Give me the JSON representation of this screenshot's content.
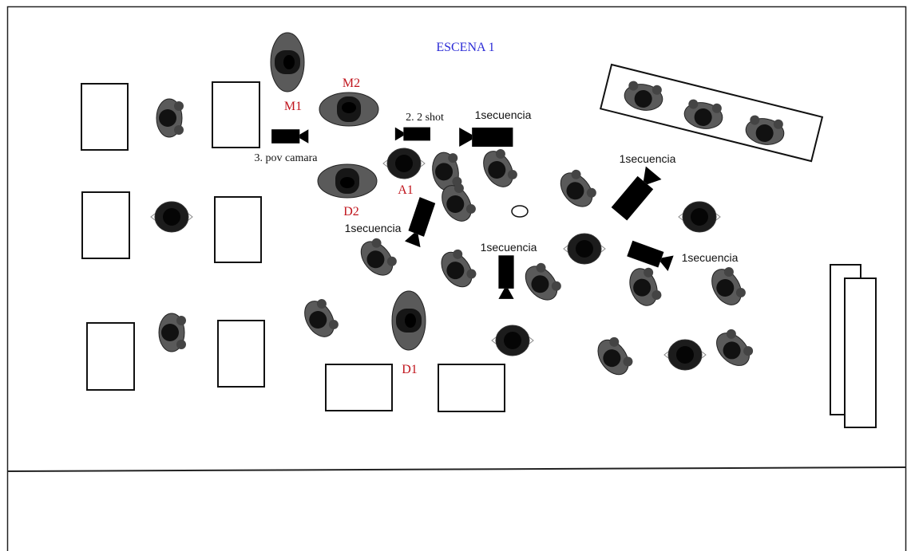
{
  "title": "ESCENA 1",
  "actors": {
    "m1": "M1",
    "m2": "M2",
    "a1": "A1",
    "d1": "D1",
    "d2": "D2"
  },
  "cameras": {
    "pov": "3. pov camara",
    "two_shot": "2. 2 shot",
    "seq_top": "1secuencia",
    "seq_right": "1secuencia",
    "seq_left": "1secuencia",
    "seq_mid": "1secuencia",
    "seq_far_right": "1secuencia"
  },
  "colors": {
    "title": "#2b2bd6",
    "actor_label": "#c0141c",
    "person_body": "#5a5a5a",
    "person_head": "#111111",
    "outline": "#111111"
  }
}
